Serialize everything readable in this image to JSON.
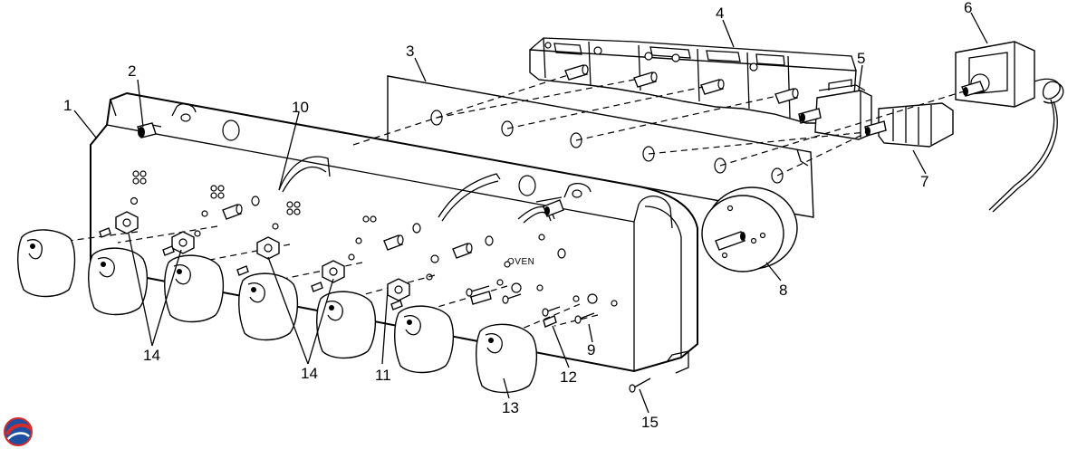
{
  "callouts": {
    "c1": "1",
    "c2": "2",
    "c3": "3",
    "c4": "4",
    "c5": "5",
    "c6": "6",
    "c7": "7",
    "c8": "8",
    "c9": "9",
    "c10": "10",
    "c11": "11",
    "c12": "12",
    "c13": "13",
    "c14a": "14",
    "c14b": "14",
    "c15": "15"
  },
  "panel_label": "OVEN",
  "logo": {
    "name": "brand-logo-icon",
    "colors": [
      "#1e4fa0",
      "#d52b2b"
    ]
  }
}
